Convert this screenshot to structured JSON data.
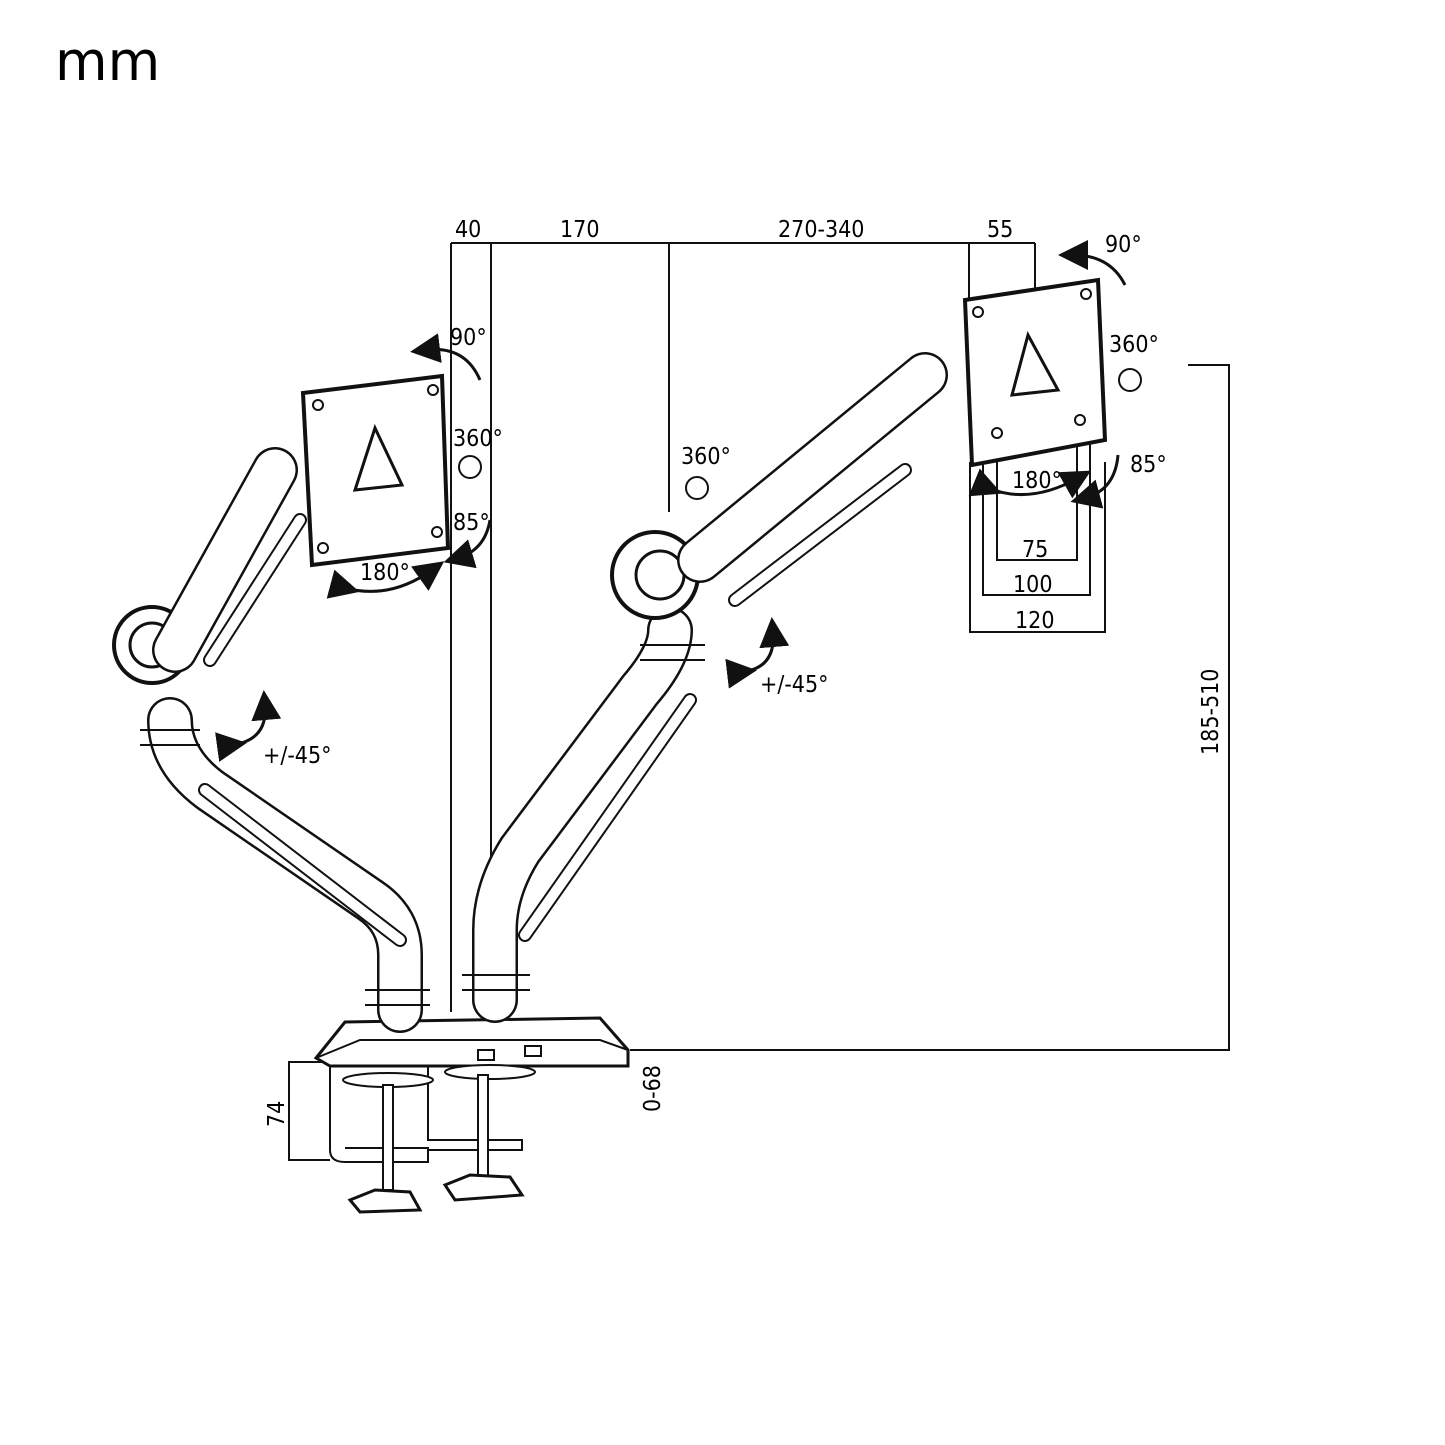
{
  "unit_label": "mm",
  "dimensions": {
    "top": [
      "40",
      "170",
      "270-340",
      "55"
    ],
    "height_range": "185-510",
    "desk_thickness": "0-68",
    "clamp_depth": "74",
    "vesa": [
      "75",
      "100",
      "120"
    ]
  },
  "rotations": {
    "left_monitor": {
      "rotate": "90°",
      "spin": "360°",
      "tilt": "85°",
      "swivel": "180°",
      "arm": "+/-45°"
    },
    "right_monitor": {
      "rotate": "90°",
      "spin": "360°",
      "tilt": "85°",
      "swivel": "180°",
      "arm": "+/-45°"
    },
    "right_elbow_spin": "360°"
  }
}
